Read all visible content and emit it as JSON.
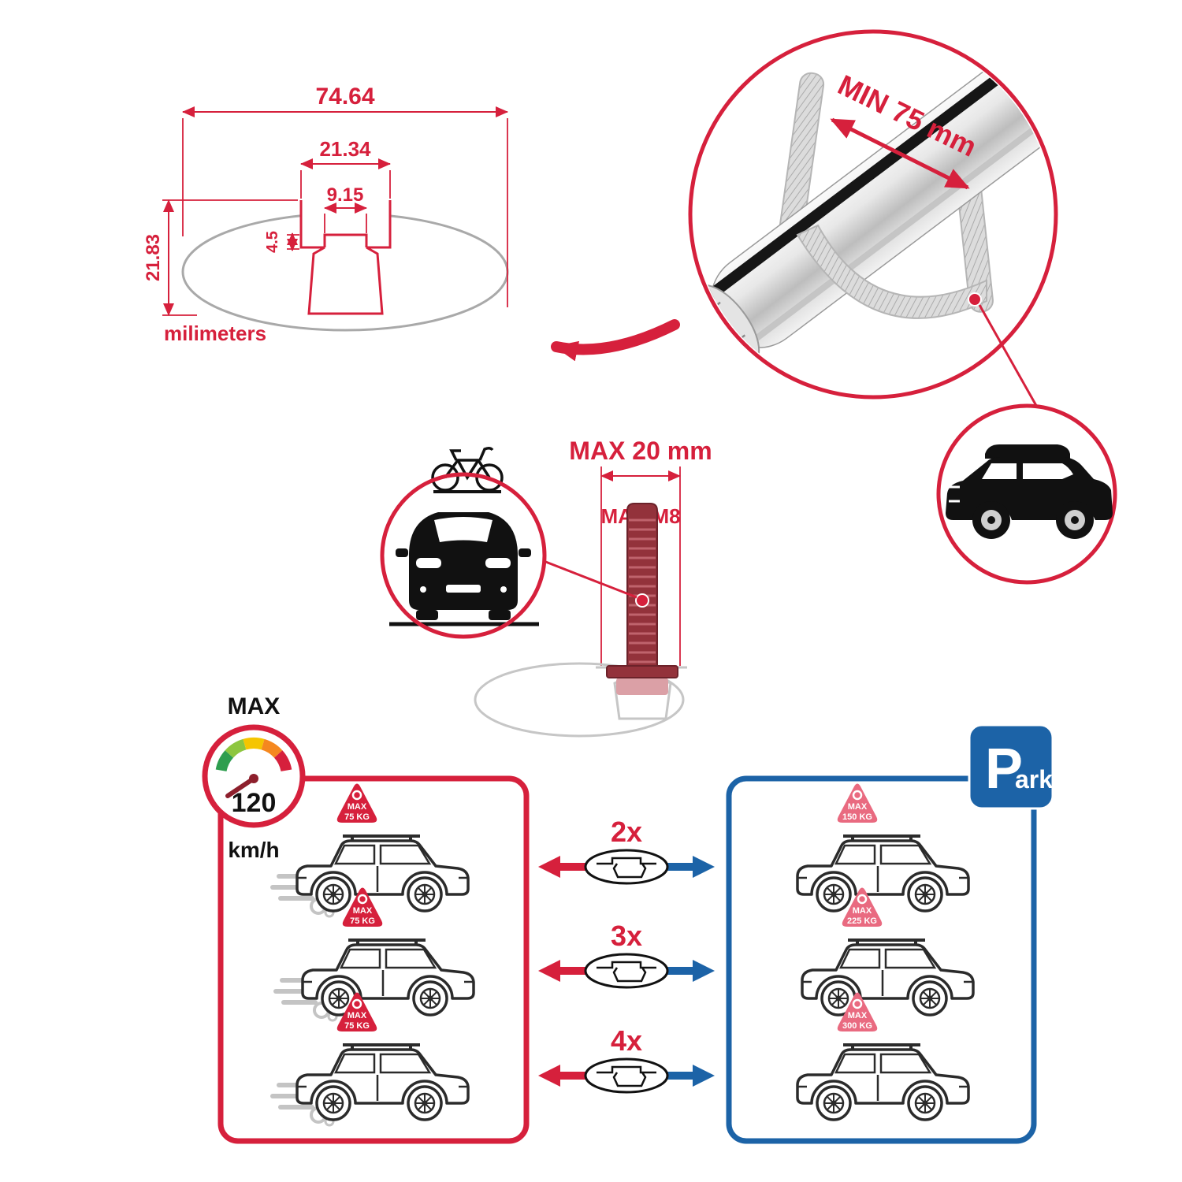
{
  "colors": {
    "red": "#d6203c",
    "blue": "#1c63a7",
    "dark_red": "#8d1f2c",
    "maroon": "#93323b"
  },
  "dimensions": {
    "total_width": "74.64",
    "outer_slot_width": "21.34",
    "inner_slot_width": "9.15",
    "lip_height": "4.5",
    "total_height": "21.83",
    "unit": "milimeters"
  },
  "bar_detail": {
    "min_span": "MIN 75 mm"
  },
  "bolt_detail": {
    "max_width": "MAX 20 mm",
    "max_thread": "MAX M8"
  },
  "speed_gauge": {
    "label": "MAX",
    "value": "120",
    "unit": "km/h"
  },
  "multipliers": [
    "2x",
    "3x",
    "4x"
  ],
  "driving_cars": [
    {
      "max": "MAX",
      "load": "75 KG"
    },
    {
      "max": "MAX",
      "load": "75 KG"
    },
    {
      "max": "MAX",
      "load": "75 KG"
    }
  ],
  "parking": {
    "sign_p": "P",
    "sign_ark": "ark",
    "cars": [
      {
        "max": "MAX",
        "load": "150 KG"
      },
      {
        "max": "MAX",
        "load": "225 KG"
      },
      {
        "max": "MAX",
        "load": "300 KG"
      }
    ]
  }
}
